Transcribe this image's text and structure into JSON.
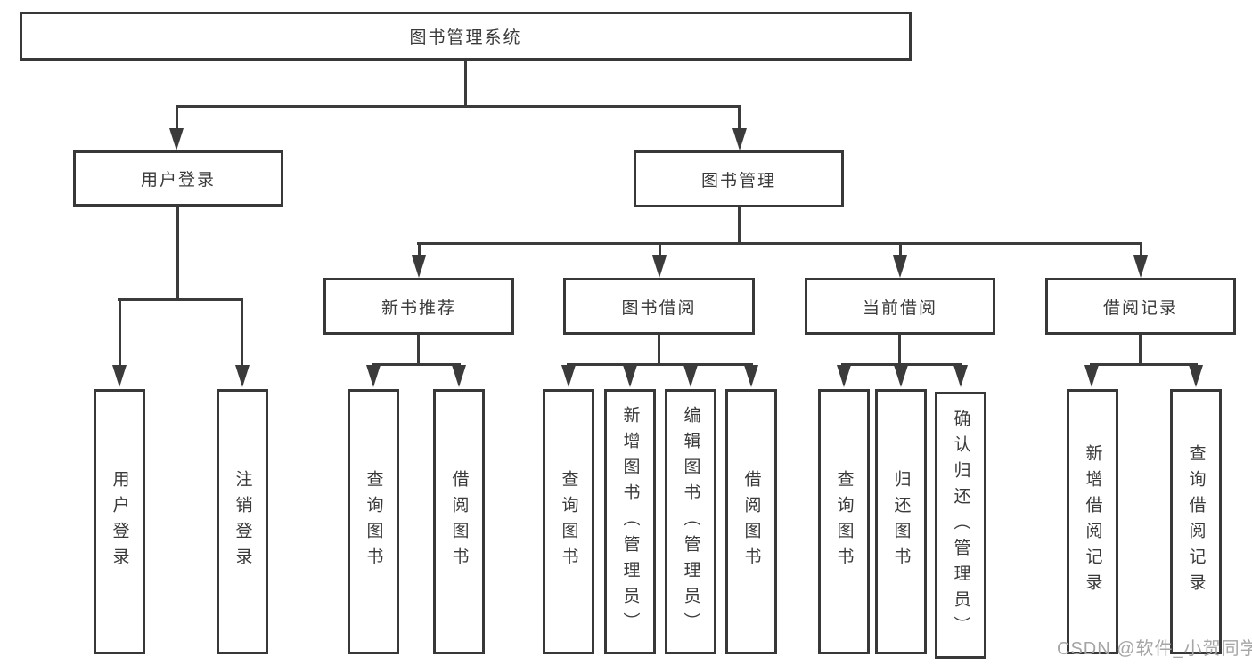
{
  "diagram": {
    "root": {
      "label": "图书管理系统"
    },
    "level2": {
      "user_login": {
        "label": "用户登录"
      },
      "book_management": {
        "label": "图书管理"
      }
    },
    "level3": {
      "new_book": {
        "label": "新书推荐"
      },
      "book_borrow": {
        "label": "图书借阅"
      },
      "current_borrow": {
        "label": "当前借阅"
      },
      "borrow_record": {
        "label": "借阅记录"
      }
    },
    "leaves": {
      "user_login": [
        "用户登录",
        "注销登录"
      ],
      "new_book": [
        "查询图书",
        "借阅图书"
      ],
      "book_borrow": [
        "查询图书",
        "新增图书（管理员）",
        "编辑图书（管理员）",
        "借阅图书"
      ],
      "current_borrow": [
        "查询图书",
        "归还图书",
        "确认归还（管理员）"
      ],
      "borrow_record": [
        "新增借阅记录",
        "查询借阅记录"
      ]
    }
  },
  "watermark": {
    "text": "CSDN @软件_小贺同学"
  },
  "colors": {
    "line": "#3b3b3b",
    "box_border": "#383838",
    "text": "#3a3a3a",
    "watermark": "#a6a6a6",
    "background": "#ffffff"
  }
}
